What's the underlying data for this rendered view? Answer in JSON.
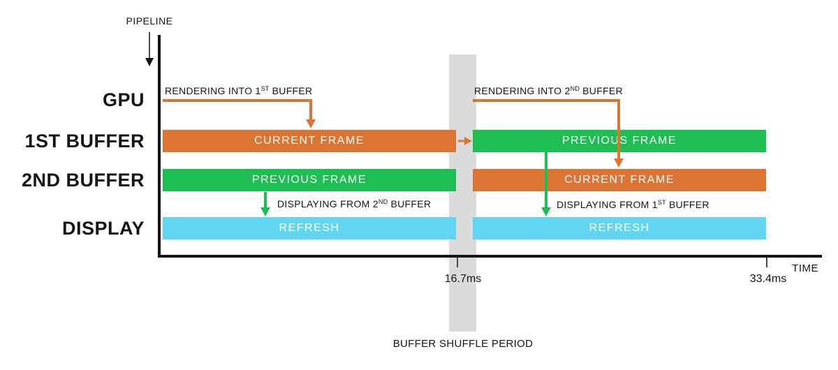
{
  "diagram": {
    "pipeline_label": "PIPELINE",
    "time_label": "TIME",
    "rows": [
      {
        "label": "GPU"
      },
      {
        "label": "1ST BUFFER"
      },
      {
        "label": "2ND BUFFER"
      },
      {
        "label": "DISPLAY"
      }
    ],
    "bars": {
      "frame1": {
        "buffer1": "CURRENT FRAME",
        "buffer2": "PREVIOUS FRAME",
        "display": "REFRESH"
      },
      "frame2": {
        "buffer1": "PREVIOUS FRAME",
        "buffer2": "CURRENT FRAME",
        "display": "REFRESH"
      }
    },
    "annotations": {
      "rendering1": {
        "prefix": "RENDERING INTO 1",
        "sup": "ST",
        "suffix": " BUFFER"
      },
      "rendering2": {
        "prefix": "RENDERING INTO 2",
        "sup": "ND",
        "suffix": " BUFFER"
      },
      "displaying1": {
        "prefix": "DISPLAYING FROM 2",
        "sup": "ND",
        "suffix": " BUFFER"
      },
      "displaying2": {
        "prefix": "DISPLAYING FROM 1",
        "sup": "ST",
        "suffix": " BUFFER"
      }
    },
    "ticks": [
      {
        "label": "16.7ms"
      },
      {
        "label": "33.4ms"
      }
    ],
    "shuffle_label": "BUFFER SHUFFLE PERIOD",
    "colors": {
      "orange": "#DC7433",
      "green": "#1DBE52",
      "cyan": "#60D6F2",
      "gray_band": "#DBDBDB",
      "axis": "#141414"
    }
  }
}
